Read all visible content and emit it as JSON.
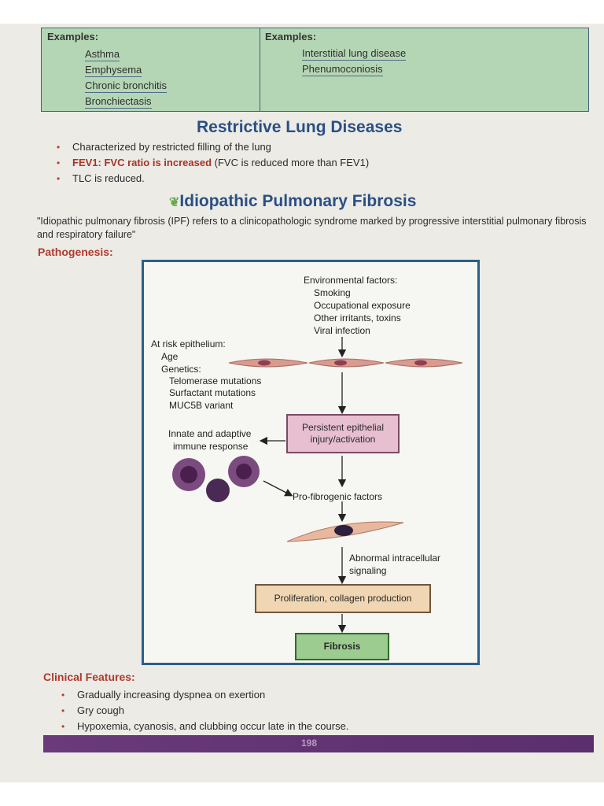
{
  "examples_table": {
    "left_heading": "Examples:",
    "left_items": [
      "Asthma",
      "Emphysema",
      "Chronic bronchitis",
      "Bronchiectasis"
    ],
    "right_heading": "Examples:",
    "right_items": [
      "Interstitial lung disease",
      "Phenumoconiosis"
    ]
  },
  "restrictive": {
    "title": "Restrictive Lung Diseases",
    "bullet1": "Characterized by restricted filling of the lung",
    "bullet2_highlight": "FEV1: FVC ratio is increased",
    "bullet2_rest": " (FVC is reduced more than FEV1)",
    "bullet3": "TLC is reduced."
  },
  "ipf": {
    "title": "Idiopathic Pulmonary Fibrosis",
    "definition": "\"Idiopathic pulmonary fibrosis (IPF) refers to a clinicopathologic syndrome marked by progressive interstitial pulmonary fibrosis and respiratory failure\"",
    "pathogenesis_heading": "Pathogenesis:"
  },
  "diagram": {
    "env_lines": [
      "Environmental factors:",
      "Smoking",
      "Occupational exposure",
      "Other irritants, toxins",
      "Viral infection"
    ],
    "risk_lines": [
      "At risk epithelium:",
      "Age",
      "Genetics:",
      "Telomerase mutations",
      "Surfactant mutations",
      "MUC5B variant"
    ],
    "persistent_box": "Persistent epithelial injury/activation",
    "immune_lines": [
      "Innate and adaptive",
      "immune response"
    ],
    "profibrogenic": "Pro-fibrogenic factors",
    "signaling_lines": [
      "Abnormal intracellular",
      "signaling"
    ],
    "proliferation_box": "Proliferation, collagen production",
    "fibrosis_box": "Fibrosis"
  },
  "clinical": {
    "heading": "Clinical Features:",
    "items": [
      "Gradually increasing dyspnea on exertion",
      "Gry cough",
      "Hypoxemia, cyanosis, and clubbing occur late in the course."
    ]
  },
  "footer": {
    "page_number": "198"
  },
  "colors": {
    "accent_blue": "#2a4f84",
    "accent_red": "#b03a2e",
    "table_green": "#b5d6b4",
    "footer_purple": "#5b2e6e"
  }
}
